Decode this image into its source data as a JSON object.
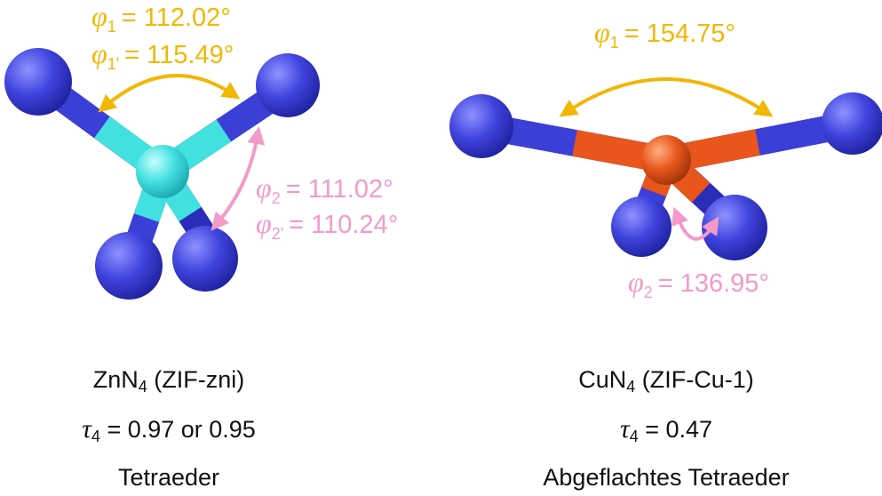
{
  "left": {
    "phi1_label": "= 112.02°",
    "phi1p_label": "= 115.49°",
    "phi2_label": "= 111.02°",
    "phi2p_label": "= 110.24°",
    "formula_base": "ZnN",
    "formula_sub": "4",
    "formula_rest": " (ZIF-zni)",
    "tau_sub": "4",
    "tau_value": " = 0.97 or 0.95",
    "shape": "Tetraeder"
  },
  "right": {
    "phi1_label": "= 154.75°",
    "phi2_label": "= 136.95°",
    "formula_base": "CuN",
    "formula_sub": "4",
    "formula_rest": " (ZIF-Cu-1)",
    "tau_sub": "4",
    "tau_value": " = 0.47",
    "shape": "Abgeflachtes Tetraeder"
  },
  "symbols": {
    "phi": "φ",
    "tau": "τ",
    "sub1": "1",
    "sub1p": "1'",
    "sub2": "2",
    "sub2p": "2'"
  },
  "colors": {
    "zn": "#43e0e0",
    "cu": "#e8561c",
    "nitrogen": "#3b3fd6",
    "annotation_gold": "#f2b705",
    "annotation_pink": "#f39ac8"
  }
}
